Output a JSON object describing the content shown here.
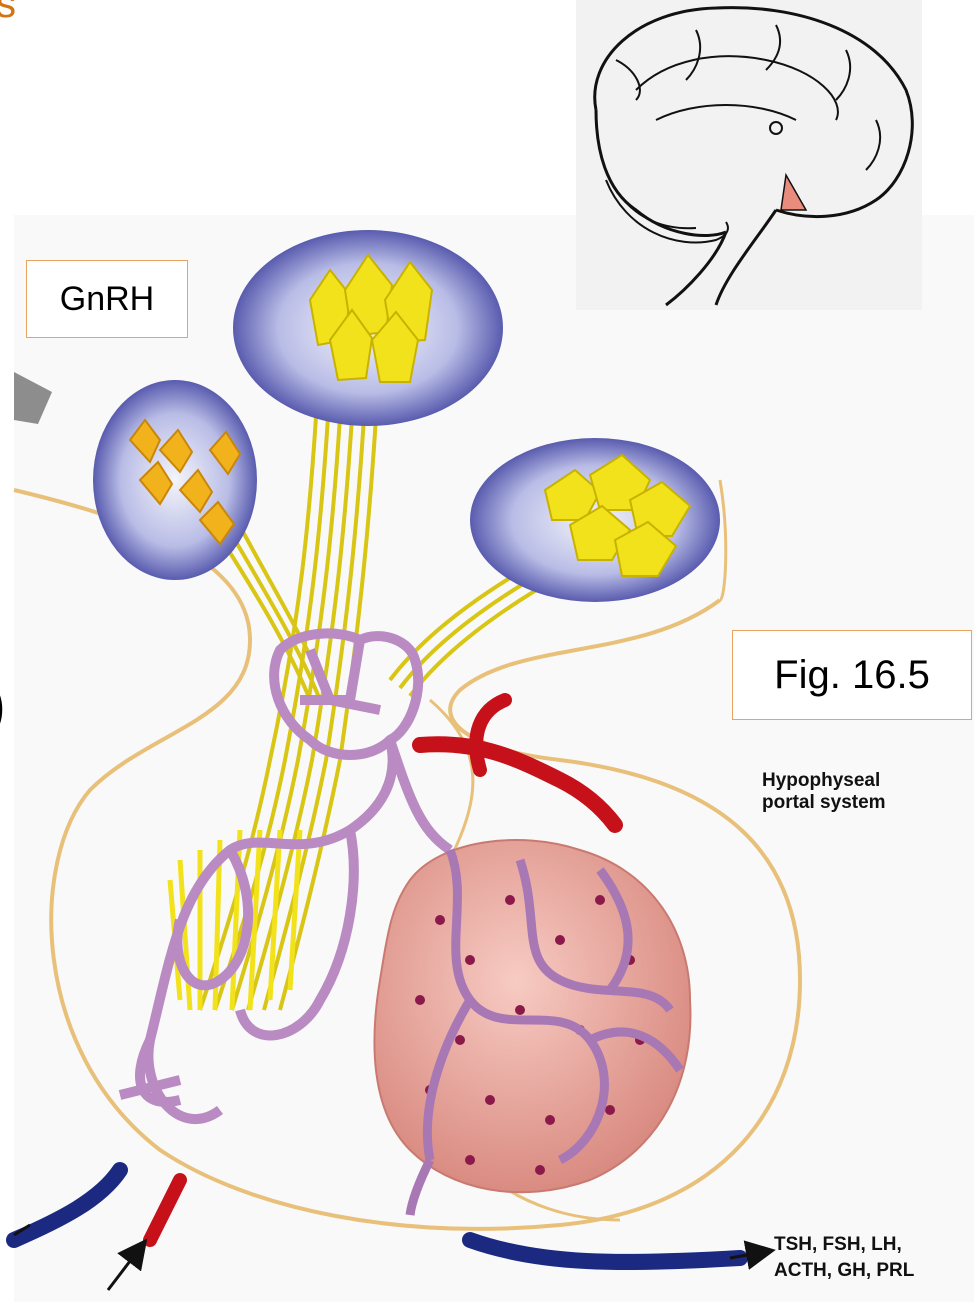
{
  "slide": {
    "title_fragment": "s",
    "left_fragment": ")"
  },
  "labels": {
    "gnrh": "GnRH",
    "figure_ref": "Fig. 16.5"
  },
  "diagram": {
    "title_line1": "Hypophyseal",
    "title_line2": "portal system",
    "output_line1": "TSH, FSH, LH,",
    "output_line2": "ACTH, GH, PRL"
  },
  "colors": {
    "title_accent": "#d4730f",
    "label_border": "#e8a35e",
    "nucleus_fill": "#3d3f9e",
    "neuron_yellow": "#f2e21c",
    "capillary_purple": "#b98bc2",
    "gland_pink": "#e9a7a0",
    "artery_red": "#c6101a",
    "vein_blue": "#1b2a80",
    "outline_tan": "#e8c07a",
    "brain_highlight": "#e98c7e"
  },
  "icons": [
    "arrow-in-icon",
    "arrow-out-icon",
    "brain-sagittal-icon"
  ]
}
